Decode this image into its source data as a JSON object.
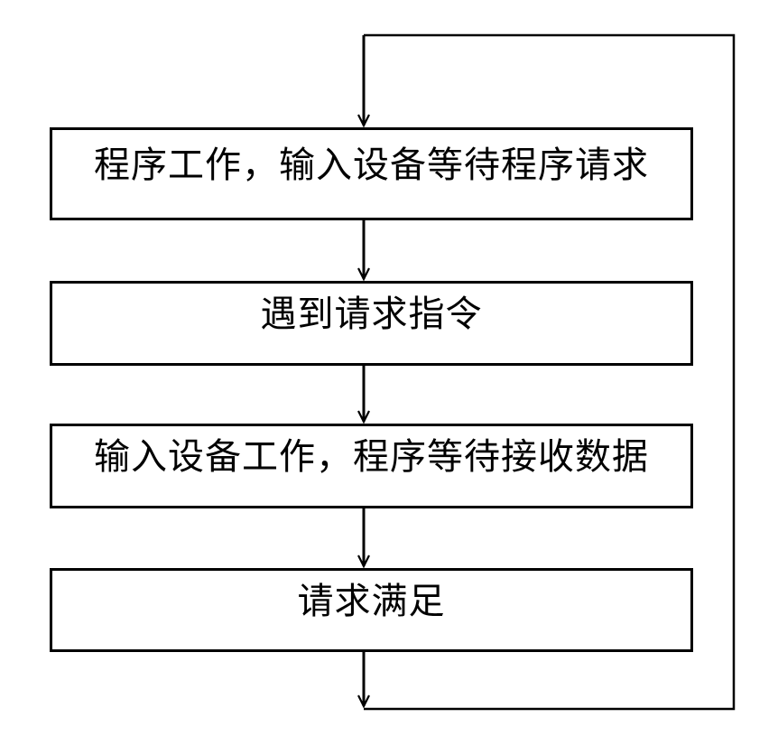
{
  "page": {
    "background_color": "#ffffff",
    "line_color": "#000000"
  },
  "flowchart": {
    "type": "cycle",
    "steps": [
      {
        "id": 1,
        "label": "程序工作，输入设备等待程序请求"
      },
      {
        "id": 2,
        "label": "遇到请求指令"
      },
      {
        "id": 3,
        "label": "输入设备工作，程序等待接收数据"
      },
      {
        "id": 4,
        "label": "请求满足"
      }
    ],
    "connections": [
      {
        "from": "loop-return",
        "to": "step-1",
        "arrow": "down"
      },
      {
        "from": "step-1",
        "to": "step-2",
        "arrow": "down"
      },
      {
        "from": "step-2",
        "to": "step-3",
        "arrow": "down"
      },
      {
        "from": "step-3",
        "to": "step-4",
        "arrow": "down"
      },
      {
        "from": "step-4",
        "to": "loop-return",
        "arrow": "down"
      }
    ]
  }
}
